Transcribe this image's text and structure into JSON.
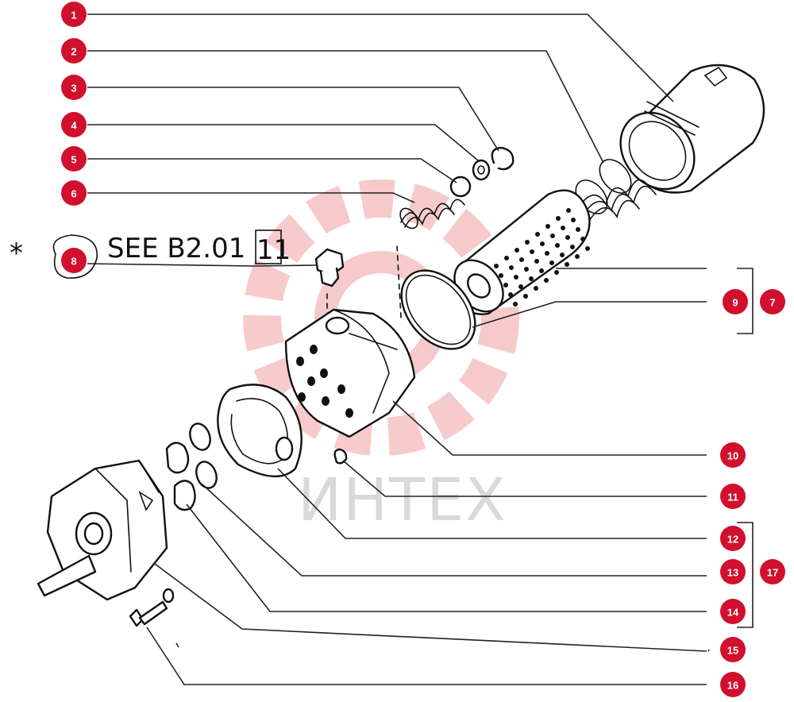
{
  "watermark": {
    "text": "ИНТЕХ",
    "color": "#f2c4c4"
  },
  "annotation": {
    "asterisk": "*",
    "see_ref": "SEE B2.01",
    "box_label": "11"
  },
  "callout_color": "#d0102d",
  "callouts": [
    {
      "id": "1"
    },
    {
      "id": "2"
    },
    {
      "id": "3"
    },
    {
      "id": "4"
    },
    {
      "id": "5"
    },
    {
      "id": "6"
    },
    {
      "id": "7"
    },
    {
      "id": "8"
    },
    {
      "id": "9"
    },
    {
      "id": "10"
    },
    {
      "id": "11"
    },
    {
      "id": "12"
    },
    {
      "id": "13"
    },
    {
      "id": "14"
    },
    {
      "id": "15"
    },
    {
      "id": "16"
    },
    {
      "id": "17"
    }
  ]
}
